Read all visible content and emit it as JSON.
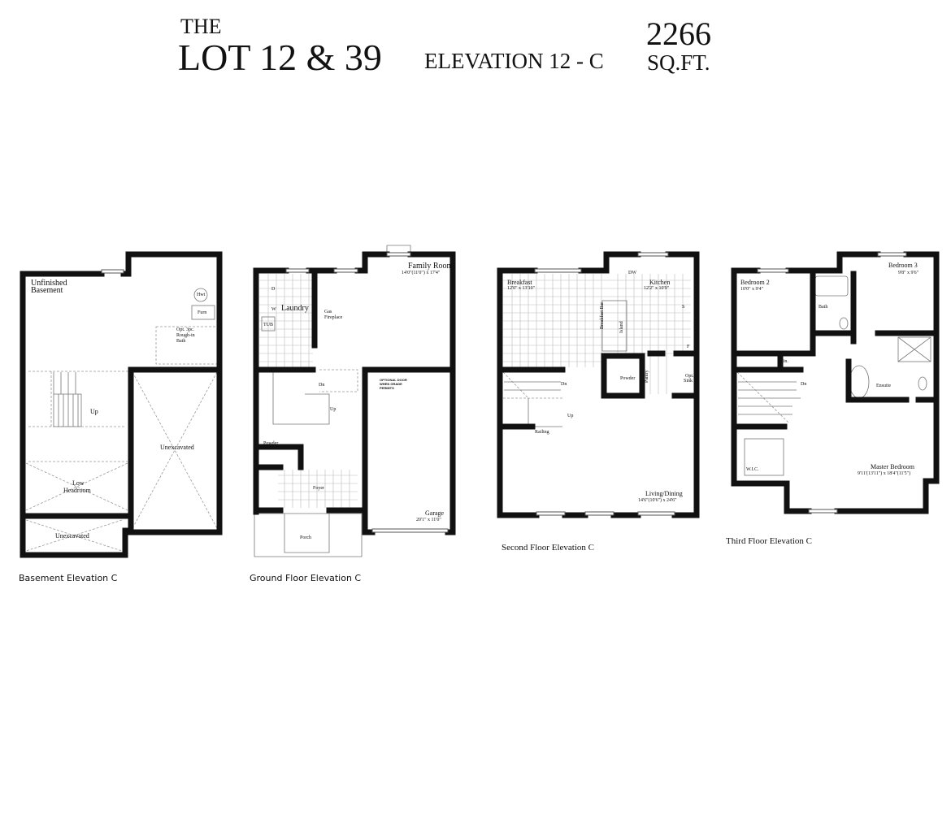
{
  "header": {
    "the": "THE",
    "lot": "LOT 12 & 39",
    "elevation": "ELEVATION 12 - C",
    "sqft_value": "2266",
    "sqft_unit": "SQ.FT."
  },
  "basement": {
    "caption": "Basement Elevation C",
    "unfinished_line1": "Unfinished",
    "unfinished_line2": "Basement",
    "hwt": "Hwt",
    "furn": "Furn",
    "bath_line1": "Opt. 3pc.",
    "bath_line2": "Rough-in",
    "bath_line3": "Bath",
    "up": "Up",
    "low_line1": "Low",
    "low_line2": "Headroom",
    "unexcavated_right": "Unexcavated",
    "unexcavated_bottom": "Unexcavated"
  },
  "ground": {
    "caption": "Ground Floor Elevation C",
    "family_room": "Family Room",
    "family_dims": "14'0\"(11'0\") x 17'4\"",
    "dryer": "D",
    "washer": "W",
    "laundry": "Laundry",
    "tub": "TUB",
    "gas_line1": "Gas",
    "gas_line2": "Fireplace",
    "dn": "Dn",
    "up": "Up",
    "optional_line1": "OPTIONAL DOOR",
    "optional_line2": "WHEN GRADE",
    "optional_line3": "PERMITS",
    "powder": "Powder",
    "foyer": "Foyer",
    "garage": "Garage",
    "garage_dims": "20'1\" x 11'0\"",
    "porch": "Porch"
  },
  "second": {
    "caption": "Second Floor Elevation C",
    "breakfast": "Breakfast",
    "breakfast_dims": "12'0\" x 13'10\"",
    "kitchen": "Kitchen",
    "kitchen_dims": "12'2\" x 10'9\"",
    "dw": "DW",
    "stove": "S",
    "fridge": "F",
    "breakfast_bar": "Breakfast Bar",
    "island": "Island",
    "powder": "Powder",
    "pantry": "Pantry",
    "opt_line1": "Opt.",
    "opt_line2": "Sink",
    "dn": "Dn",
    "up": "Up",
    "railing": "Railing",
    "living": "Living/Dining",
    "living_dims": "14'6\"(10'6\") x 24'6\""
  },
  "third": {
    "caption": "Third Floor Elevation C",
    "bedroom2": "Bedroom 2",
    "bedroom2_dims": "10'0\" x 9'4\"",
    "bedroom3": "Bedroom 3",
    "bedroom3_dims": "9'8\" x 9'6\"",
    "bath": "Bath",
    "lin": "Lin.",
    "dn": "Dn",
    "ensuite": "Ensuite",
    "wic": "W.I.C.",
    "master": "Master Bedroom",
    "master_dims": "9'11'(13'11\") x 18'4\"(11'5\")"
  }
}
